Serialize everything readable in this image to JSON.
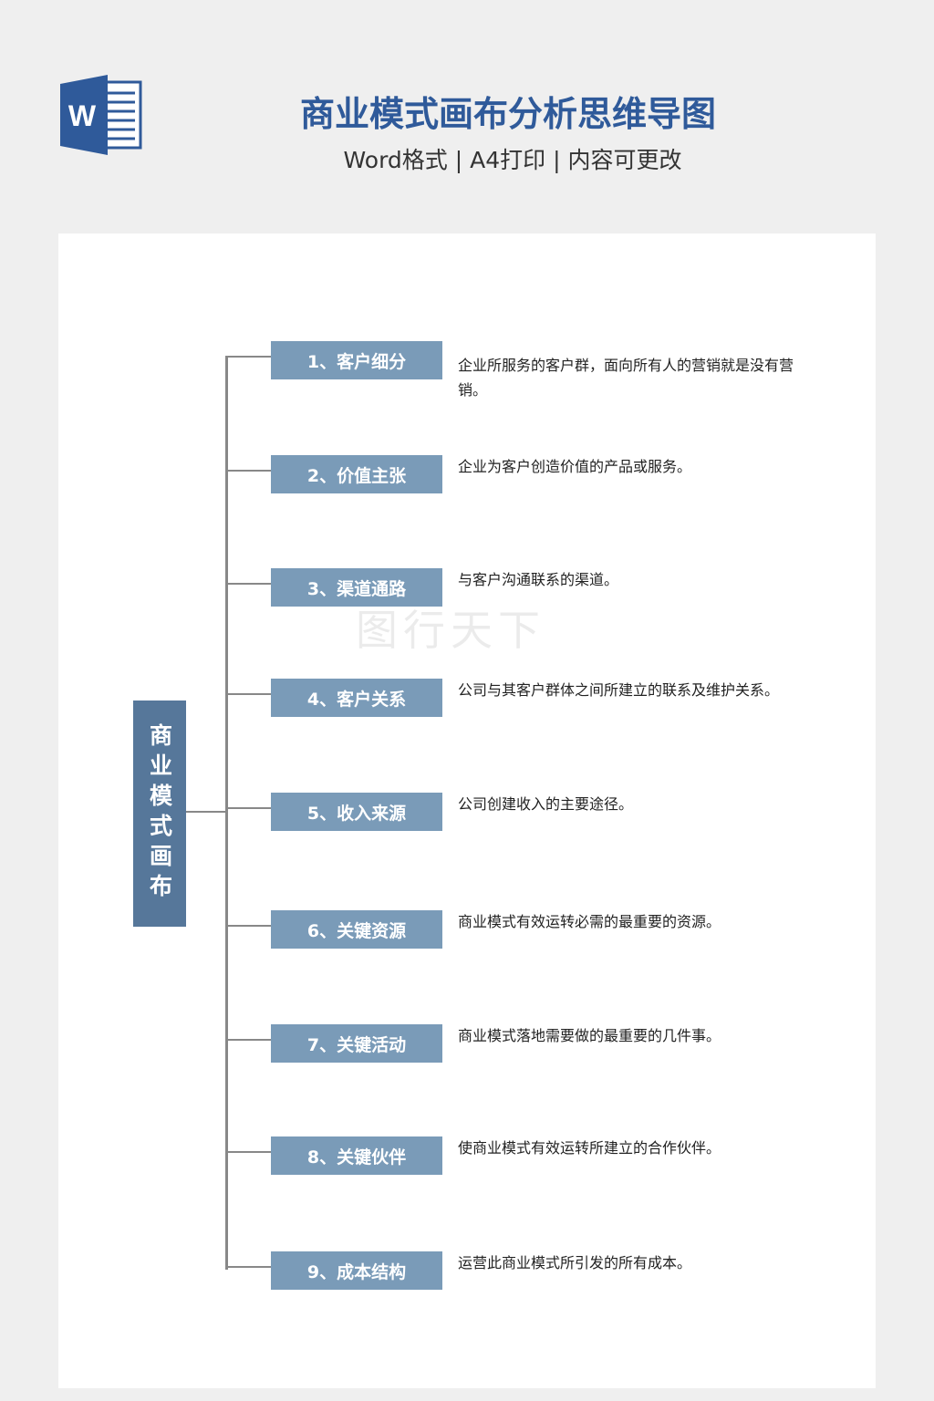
{
  "header": {
    "title": "商业模式画布分析思维导图",
    "subtitle": "Word格式 | A4打印 | 内容可更改",
    "logo_letter": "W"
  },
  "colors": {
    "title": "#2f5a9a",
    "node": "#7a9bb8",
    "center": "#56779a"
  },
  "diagram": {
    "center": "商业模式画布",
    "nodes": [
      {
        "label": "1、客户细分",
        "desc": "企业所服务的客户群，面向所有人的营销就是没有营销。"
      },
      {
        "label": "2、价值主张",
        "desc": "企业为客户创造价值的产品或服务。"
      },
      {
        "label": "3、渠道通路",
        "desc": "与客户沟通联系的渠道。"
      },
      {
        "label": "4、客户关系",
        "desc": "公司与其客户群体之间所建立的联系及维护关系。"
      },
      {
        "label": "5、收入来源",
        "desc": "公司创建收入的主要途径。"
      },
      {
        "label": "6、关键资源",
        "desc": "商业模式有效运转必需的最重要的资源。"
      },
      {
        "label": "7、关键活动",
        "desc": "商业模式落地需要做的最重要的几件事。"
      },
      {
        "label": "8、关键伙伴",
        "desc": "使商业模式有效运转所建立的合作伙伴。"
      },
      {
        "label": "9、成本结构",
        "desc": "运营此商业模式所引发的所有成本。"
      }
    ]
  },
  "watermark": "图行天下"
}
